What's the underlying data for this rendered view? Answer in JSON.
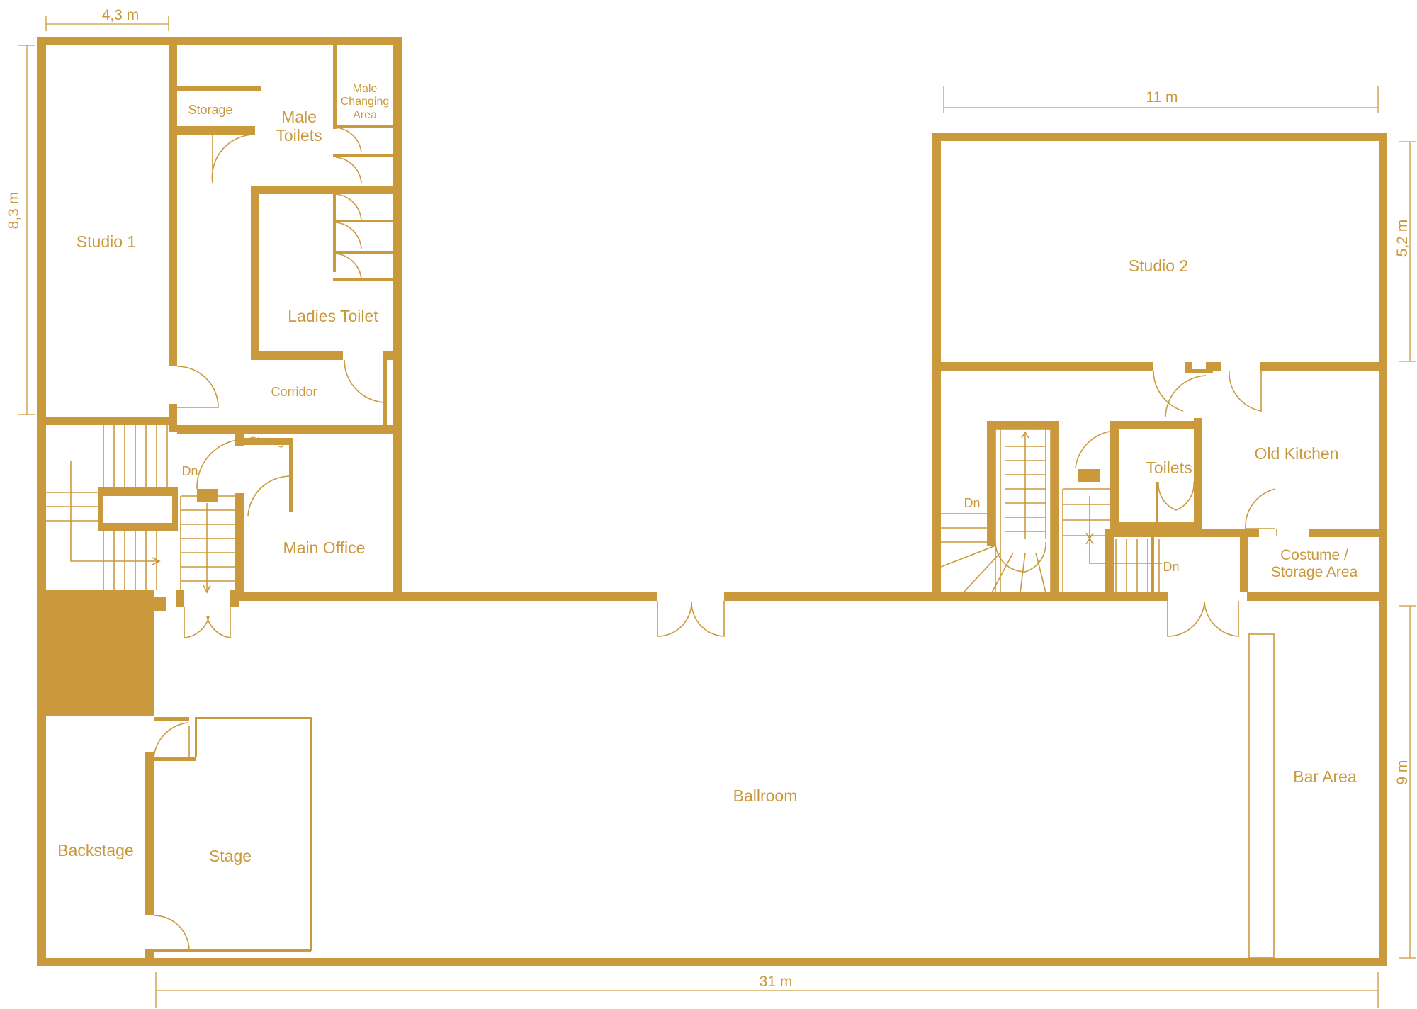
{
  "colors": {
    "wall": "#c9993b",
    "background": "#ffffff"
  },
  "dimensions": {
    "width_top": "4,3 m",
    "height_left": "8,3 m",
    "studio2_width": "11 m",
    "studio2_height": "5,2 m",
    "bar_height": "9 m",
    "total_width": "31 m"
  },
  "rooms": {
    "studio1": "Studio 1",
    "storage_top": "Storage",
    "male_toilets": "Male\nToilets",
    "male_changing": "Male\nChanging\nArea",
    "ladies_toilet": "Ladies Toilet",
    "corridor": "Corridor",
    "storage_office": "Storage",
    "main_office": "Main Office",
    "studio2": "Studio 2",
    "toilets": "Toilets",
    "old_kitchen": "Old Kitchen",
    "costume_storage": "Costume /\nStorage Area",
    "ballroom": "Ballroom",
    "bar_area": "Bar Area",
    "backstage": "Backstage",
    "stage": "Stage"
  },
  "stairs": {
    "down_left": "Dn",
    "down_right_a": "Dn",
    "down_right_b": "Dn"
  }
}
